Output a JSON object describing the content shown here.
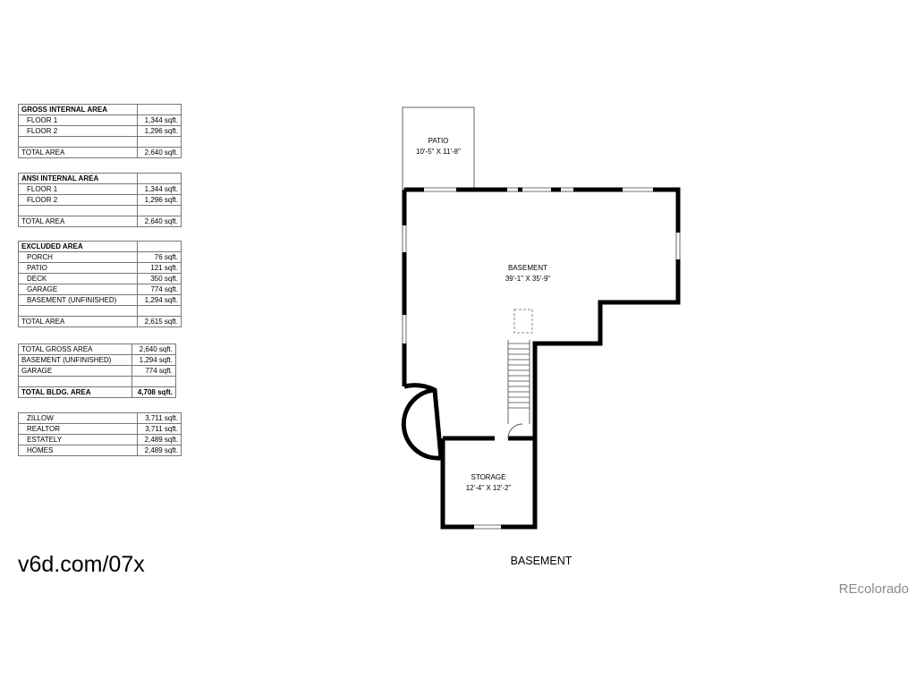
{
  "area_tables": [
    {
      "rows": [
        {
          "label": "GROSS INTERNAL AREA",
          "value": "",
          "header": true
        },
        {
          "label": "FLOOR 1",
          "value": "1,344 sqft.",
          "indent": true
        },
        {
          "label": "FLOOR 2",
          "value": "1,296 sqft.",
          "indent": true
        },
        {
          "label": "",
          "value": ""
        },
        {
          "label": "TOTAL AREA",
          "value": "2,640 sqft."
        }
      ]
    },
    {
      "rows": [
        {
          "label": "ANSI INTERNAL AREA",
          "value": "",
          "header": true
        },
        {
          "label": "FLOOR 1",
          "value": "1,344 sqft.",
          "indent": true
        },
        {
          "label": "FLOOR 2",
          "value": "1,296 sqft.",
          "indent": true
        },
        {
          "label": "",
          "value": ""
        },
        {
          "label": "TOTAL AREA",
          "value": "2,640 sqft."
        }
      ]
    },
    {
      "rows": [
        {
          "label": "EXCLUDED AREA",
          "value": "",
          "header": true
        },
        {
          "label": "PORCH",
          "value": "76 sqft.",
          "indent": true
        },
        {
          "label": "PATIO",
          "value": "121 sqft.",
          "indent": true
        },
        {
          "label": "DECK",
          "value": "350 sqft.",
          "indent": true
        },
        {
          "label": "GARAGE",
          "value": "774 sqft.",
          "indent": true
        },
        {
          "label": "BASEMENT (UNFINISHED)",
          "value": "1,294 sqft.",
          "indent": true
        },
        {
          "label": "",
          "value": ""
        },
        {
          "label": "TOTAL AREA",
          "value": "2,615 sqft."
        }
      ]
    },
    {
      "rows": [
        {
          "label": "TOTAL GROSS AREA",
          "value": "2,640 sqft."
        },
        {
          "label": "BASEMENT (UNFINISHED)",
          "value": "1,294 sqft."
        },
        {
          "label": "GARAGE",
          "value": "774 sqft."
        },
        {
          "label": "",
          "value": ""
        },
        {
          "label": "TOTAL BLDG. AREA",
          "value": "4,708 sqft.",
          "header": true
        }
      ]
    },
    {
      "rows": [
        {
          "label": "ZILLOW",
          "value": "3,711 sqft.",
          "indent": true
        },
        {
          "label": "REALTOR",
          "value": "3,711 sqft.",
          "indent": true
        },
        {
          "label": "ESTATELY",
          "value": "2,489 sqft.",
          "indent": true
        },
        {
          "label": "HOMES",
          "value": "2,489 sqft.",
          "indent": true
        }
      ]
    }
  ],
  "floor_plan": {
    "rooms": {
      "patio": {
        "name": "PATIO",
        "dims": "10'-5\" X 11'-8\""
      },
      "basement": {
        "name": "BASEMENT",
        "dims": "39'-1\" X 35'-9\""
      },
      "storage": {
        "name": "STORAGE",
        "dims": "12'-4\" X 12'-2\""
      }
    },
    "floor_label": "BASEMENT"
  },
  "footer": {
    "link_text": "v6d.com/07x",
    "watermark": "REcolorado"
  }
}
